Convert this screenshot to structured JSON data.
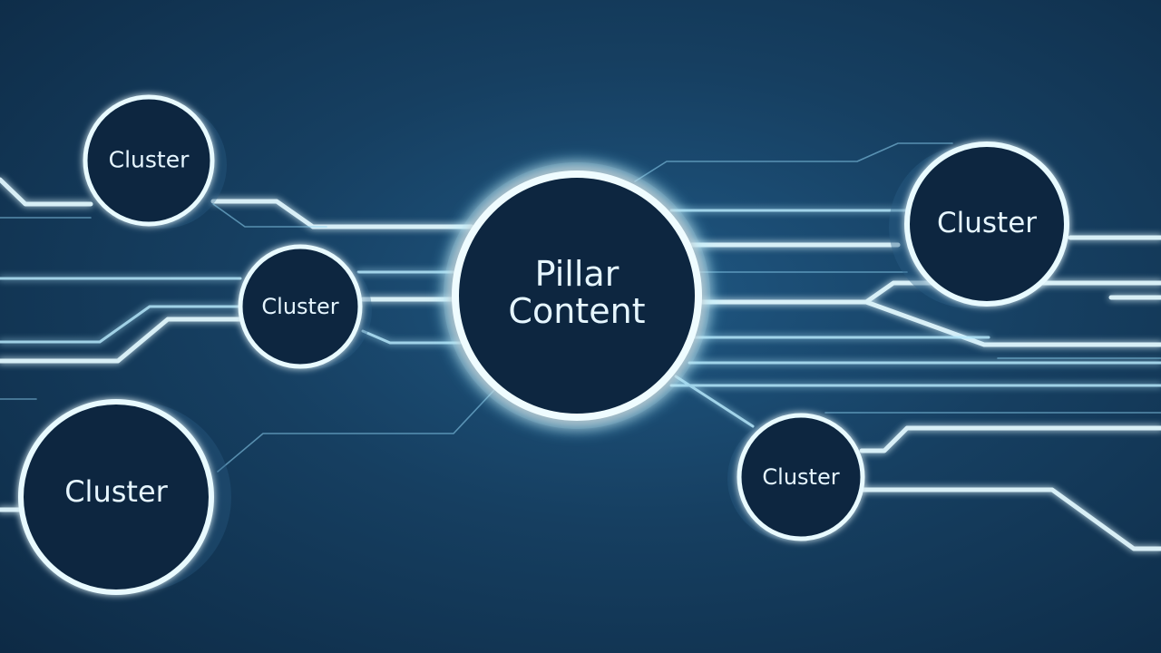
{
  "diagram": {
    "hub": {
      "label_lines": [
        "Pillar",
        "Content"
      ]
    },
    "clusters": [
      {
        "label": "Cluster"
      },
      {
        "label": "Cluster"
      },
      {
        "label": "Cluster"
      },
      {
        "label": "Cluster"
      },
      {
        "label": "Cluster"
      }
    ]
  },
  "colors": {
    "background_center": "#1f5782",
    "background_edge": "#0d2a45",
    "glow": "#8fe6ff",
    "line": "#dff8ff",
    "node_fill": "#0d2740",
    "text": "#e6f6ff"
  }
}
